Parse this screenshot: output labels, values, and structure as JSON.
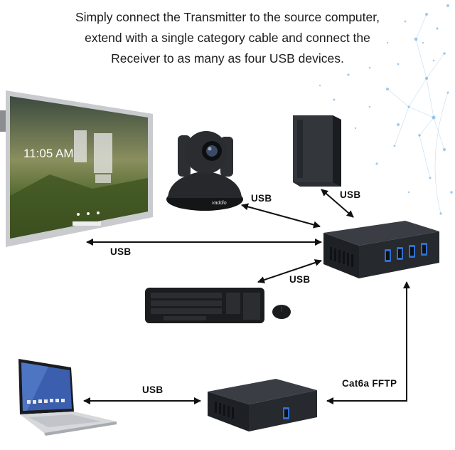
{
  "description": "Simply connect the Transmitter to the source computer, extend with a single category cable and connect the Receiver to as many as four USB devices.",
  "display_screen": {
    "time": "11:05 AM"
  },
  "camera_brand": "vaddio",
  "labels": {
    "camera_usb": "USB",
    "storage_usb": "USB",
    "display_usb": "USB",
    "keyboard_usb": "USB",
    "laptop_usb": "USB",
    "cable": "Cat6a FFTP"
  },
  "colors": {
    "arrow": "#111111",
    "device": "#1f2226",
    "usb_port": "#2f6fd0",
    "network_dots": "#5aa0d6"
  }
}
